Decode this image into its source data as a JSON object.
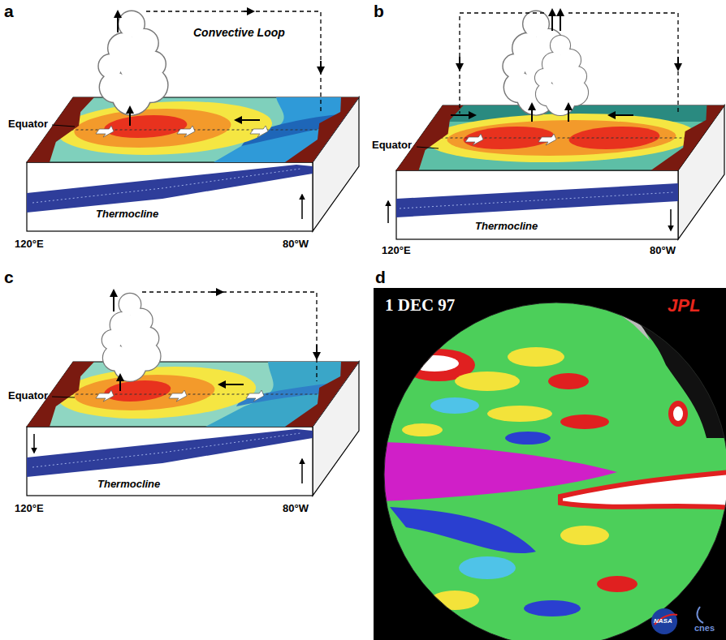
{
  "diagram": {
    "labels": [
      "a",
      "Convective Loop",
      "Equator",
      "Thermocline",
      "120°E",
      "80°W",
      "b",
      "Equator",
      "Thermocline",
      "120°E",
      "80°W",
      "c",
      "Equator",
      "Thermocline",
      "120°E",
      "80°W",
      "d",
      "1 DEC 97",
      "JPL",
      "NASA",
      "cnes"
    ]
  }
}
